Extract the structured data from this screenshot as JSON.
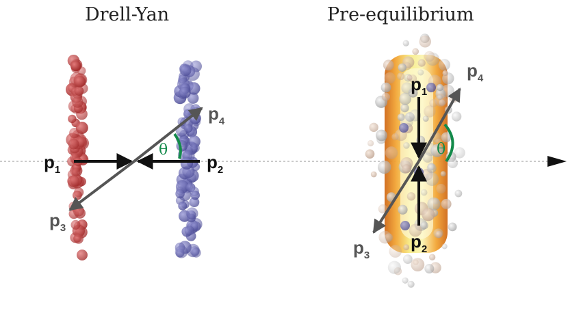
{
  "panels": {
    "left_title": "Drell-Yan",
    "right_title": "Pre-equilibrium"
  },
  "labels": {
    "p": "p",
    "sub1": "1",
    "sub2": "2",
    "sub3": "3",
    "sub4": "4",
    "theta": "θ"
  },
  "colors": {
    "nucleus_red": "#b83a3a",
    "nucleus_blue": "#5a5aa8",
    "arrow_black": "#111111",
    "arrow_gray": "#555555",
    "theta_arc": "#138a4a",
    "beam_line": "#aaaaaa",
    "fireball_yellow": "#f5e15a",
    "fireball_orange": "#e2892a"
  }
}
